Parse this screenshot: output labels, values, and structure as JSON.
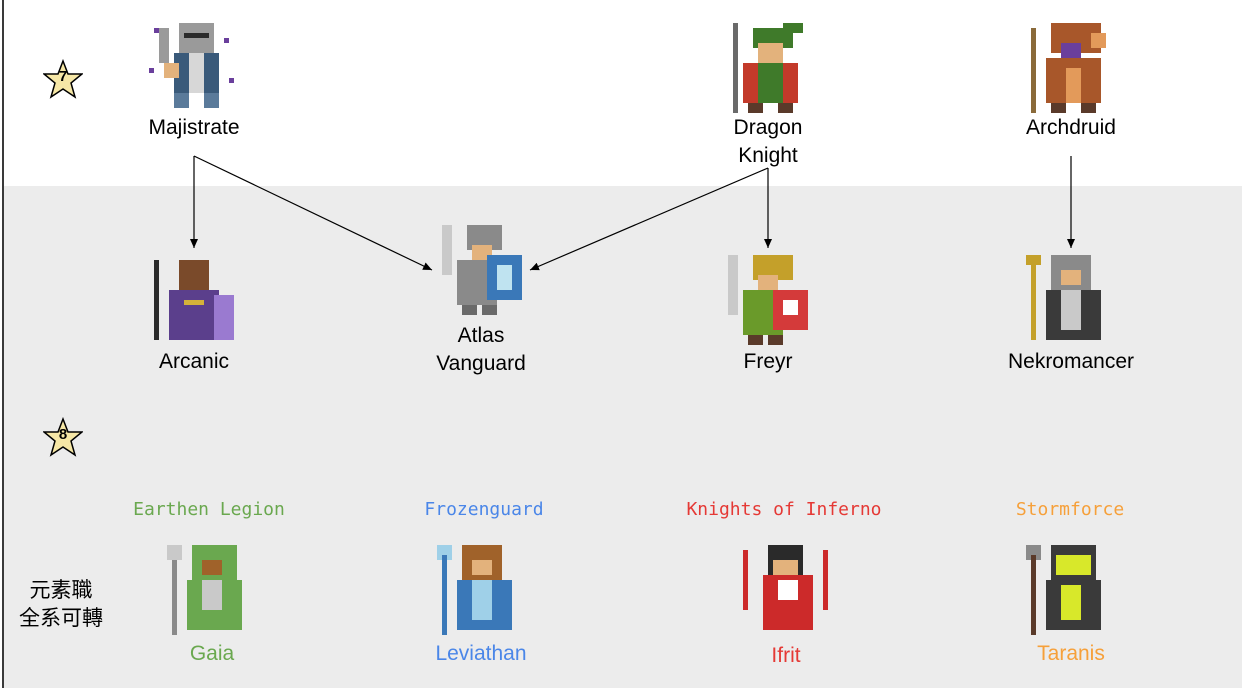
{
  "tiers": [
    {
      "id": "7",
      "label": "7",
      "color": "#f6e7a6"
    },
    {
      "id": "8",
      "label": "8",
      "color": "#f6e7a6"
    }
  ],
  "tier7": [
    {
      "key": "majistrate",
      "name": "Majistrate",
      "icon": "knight-helmet-sprite",
      "palette": [
        "#9a9a9a",
        "#6a3f9c",
        "#d7d7d7"
      ]
    },
    {
      "key": "dragon-knight",
      "name": "Dragon\nKnight",
      "icon": "dragon-knight-sprite",
      "palette": [
        "#3f7a2a",
        "#c33a2a",
        "#e3b27c"
      ]
    },
    {
      "key": "archdruid",
      "name": "Archdruid",
      "icon": "archdruid-sprite",
      "palette": [
        "#a8572a",
        "#6a3f9c",
        "#e39a5a"
      ]
    }
  ],
  "tier8": [
    {
      "key": "arcanic",
      "name": "Arcanic",
      "icon": "arcanic-sprite",
      "palette": [
        "#5b3f8c",
        "#2a2a2a",
        "#9a7ad0"
      ]
    },
    {
      "key": "atlas-vanguard",
      "name": "Atlas\nVanguard",
      "icon": "atlas-vanguard-sprite",
      "palette": [
        "#8a8a8a",
        "#3a78b8",
        "#e3b27c"
      ]
    },
    {
      "key": "freyr",
      "name": "Freyr",
      "icon": "freyr-sprite",
      "palette": [
        "#6a9a2a",
        "#d43a3a",
        "#e3b27c"
      ]
    },
    {
      "key": "nekromancer",
      "name": "Nekromancer",
      "icon": "nekromancer-sprite",
      "palette": [
        "#8a8a8a",
        "#3a3a3a",
        "#c9c9c9"
      ]
    }
  ],
  "elements": [
    {
      "key": "gaia",
      "faction": "Earthen Legion",
      "name": "Gaia",
      "color": "#6aa84f",
      "icon": "gaia-sprite",
      "palette": [
        "#6aa84f",
        "#3a5a2a",
        "#c9c9c9"
      ]
    },
    {
      "key": "leviathan",
      "faction": "Frozenguard",
      "name": "Leviathan",
      "color": "#4a86e8",
      "icon": "leviathan-sprite",
      "palette": [
        "#3a78b8",
        "#a0622a",
        "#9fd0e8"
      ]
    },
    {
      "key": "ifrit",
      "faction": "Knights of Inferno",
      "name": "Ifrit",
      "color": "#e53935",
      "icon": "ifrit-sprite",
      "palette": [
        "#cc2a2a",
        "#2a2a2a",
        "#e3b27c"
      ]
    },
    {
      "key": "taranis",
      "faction": "Stormforce",
      "name": "Taranis",
      "color": "#f6a03a",
      "icon": "taranis-sprite",
      "palette": [
        "#d8e82a",
        "#3a3a3a",
        "#8a8a8a"
      ]
    }
  ],
  "element_note": "元素職\n全系可轉"
}
